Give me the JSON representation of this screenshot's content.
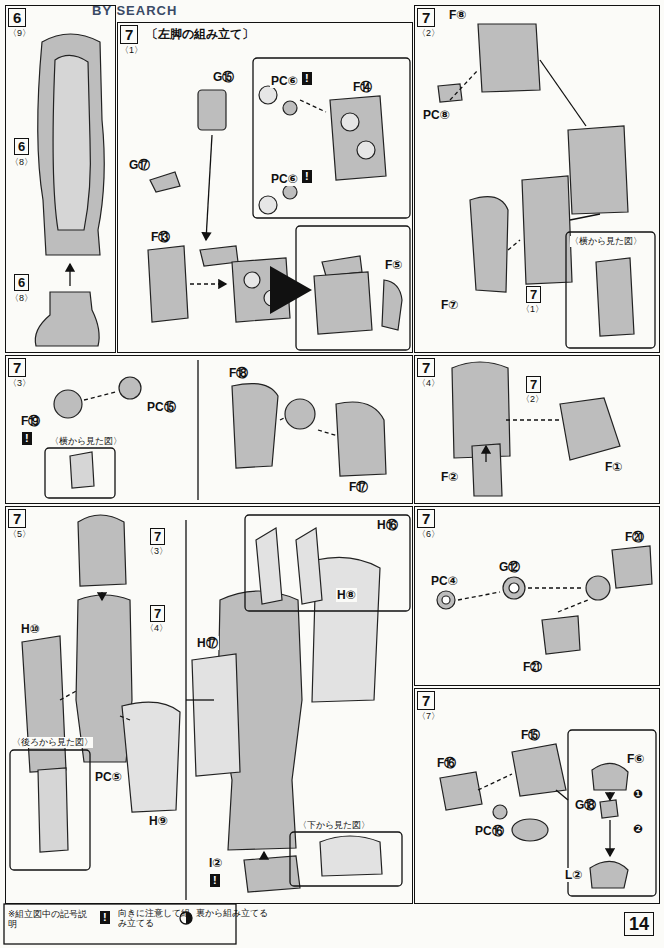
{
  "diagram": {
    "nodes": [
      {
        "text": [
          "6",
          "〈9〉"
        ]
      },
      {
        "text": [
          "7",
          "〈1〉",
          "〔左脚の組み立て〕"
        ]
      },
      {
        "text": [
          "7",
          "〈2〉"
        ]
      },
      {
        "text": [
          "7",
          "〈3〉"
        ]
      },
      {
        "text": [
          "7",
          "〈4〉"
        ]
      },
      {
        "text": [
          "7",
          "〈5〉"
        ]
      },
      {
        "text": [
          "7",
          "〈6〉"
        ]
      },
      {
        "text": [
          "7",
          "〈7〉"
        ]
      }
    ],
    "labels": [
      "BY SEARCH",
      "6",
      "〈8〉",
      "6",
      "〈8〉",
      "G⑮",
      "G⑰",
      "PC⑥",
      "!",
      "F⑭",
      "PC⑥",
      "!",
      "F⑬",
      "F⑤",
      "F⑧",
      "PC⑧",
      "F⑦",
      "7",
      "〈1〉",
      "〈横から見た図〉",
      "F⑲",
      "!",
      "PC⑮",
      "〈横から見た図〉",
      "F⑱",
      "F⑰",
      "7",
      "〈2〉",
      "F②",
      "F①",
      "7",
      "〈3〉",
      "7",
      "〈4〉",
      "H⑩",
      "PC⑤",
      "〈後ろから見た図〉",
      "H⑨",
      "H⑯",
      "H⑧",
      "H⑰",
      "I②",
      "!",
      "〈下から見た図〉",
      "PC④",
      "G⑫",
      "F⑳",
      "F㉑",
      "F⑮",
      "F⑯",
      "PC⑯",
      "F⑥",
      "G⑱",
      "❶",
      "❷",
      "L②",
      "※組立図中の記号説明",
      "!",
      "向きに注意して組み立てる",
      "裏から組み立てる",
      "14"
    ]
  }
}
